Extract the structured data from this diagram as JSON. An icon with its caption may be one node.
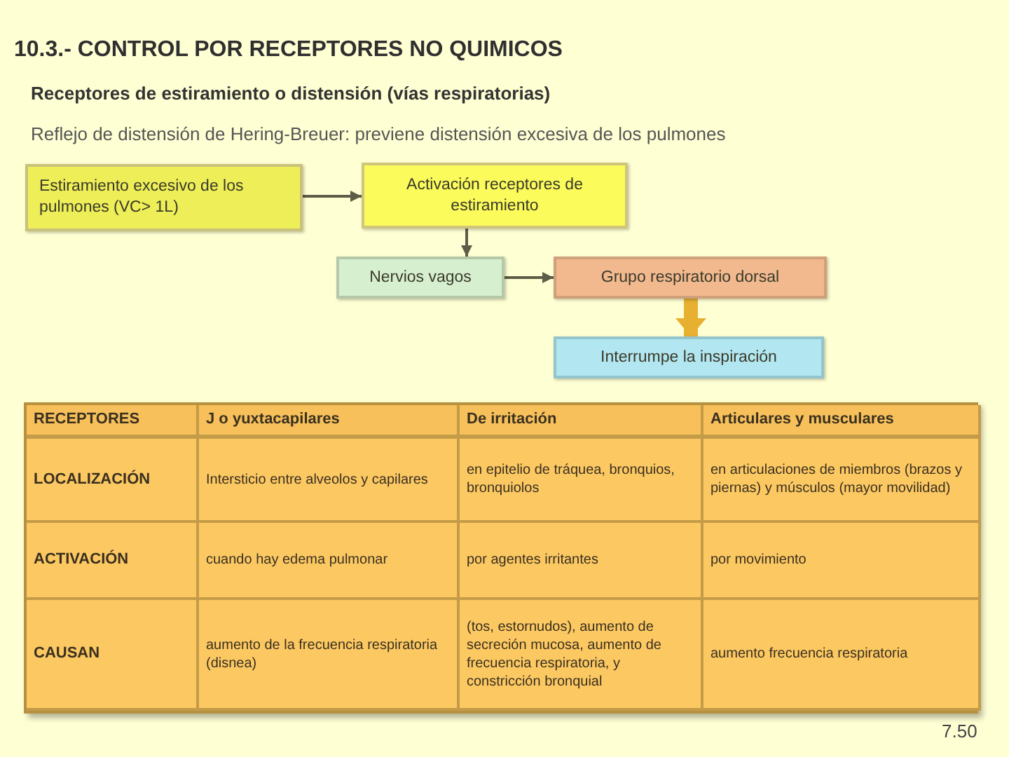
{
  "diagram": {
    "title": "10.3.- CONTROL POR RECEPTORES NO QUIMICOS",
    "nodes": [
      {
        "text": [
          "Estiramiento excesivo de los pulmones (VC> 1L)"
        ]
      },
      {
        "text": [
          "Activación receptores de estiramiento"
        ]
      },
      {
        "text": [
          "Nervios vagos"
        ]
      },
      {
        "text": [
          "Grupo respiratorio dorsal"
        ]
      },
      {
        "text": [
          "Interrumpe la inspiración"
        ]
      }
    ],
    "edges": [
      {
        "from": 0,
        "to": 1,
        "arrow": "to"
      },
      {
        "from": 1,
        "to": 2,
        "arrow": "to"
      },
      {
        "from": 2,
        "to": 3,
        "arrow": "to"
      },
      {
        "from": 3,
        "to": 4,
        "arrow": "to",
        "style": "thick",
        "color": "#e8b030"
      }
    ],
    "labels": [
      "Receptores de estiramiento o distensión (vías respiratorias)",
      "Reflejo de distensión de Hering-Breuer: previene distensión excesiva de los pulmones",
      "RECEPTORES",
      "J o yuxtacapilares",
      "De irritación",
      "Articulares y musculares",
      "LOCALIZACIÓN",
      "Intersticio entre alveolos y capilares",
      "en epitelio de tráquea, bronquios, bronquiolos",
      "en articulaciones de miembros (brazos y piernas) y músculos (mayor movilidad)",
      "ACTIVACIÓN",
      "cuando hay edema pulmonar",
      "por agentes irritantes",
      "por movimiento",
      "CAUSAN",
      "aumento de la frecuencia respiratoria (disnea)",
      "(tos, estornudos), aumento de secreción mucosa, aumento de frecuencia respiratoria, y constricción bronquial",
      "aumento frecuencia respiratoria",
      "7.50"
    ]
  }
}
